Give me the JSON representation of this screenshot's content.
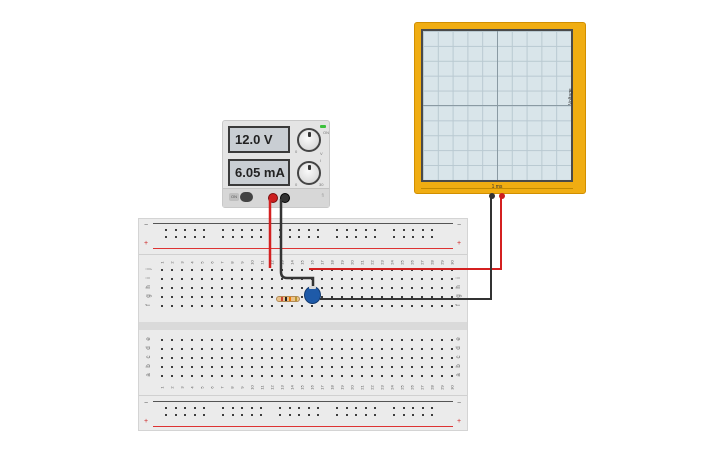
{
  "power_supply": {
    "voltage_display": "12.0 V",
    "current_display": "6.05 mA",
    "on_label": "ON",
    "on_indicator_label": "ON",
    "knob_v_label": "V",
    "knob_i_label": "I",
    "knob_scale_min": "0",
    "knob_scale_max": "30",
    "brand": "fi"
  },
  "oscilloscope": {
    "y_label": "Voltage",
    "x_label": "1 ms"
  },
  "breadboard": {
    "columns": [
      "1",
      "2",
      "3",
      "4",
      "5",
      "6",
      "7",
      "8",
      "9",
      "10",
      "11",
      "12",
      "13",
      "14",
      "15",
      "16",
      "17",
      "18",
      "19",
      "20",
      "21",
      "22",
      "23",
      "24",
      "25",
      "26",
      "27",
      "28",
      "29",
      "30"
    ],
    "rows_top": [
      "j",
      "i",
      "h",
      "g",
      "f"
    ],
    "rows_bottom": [
      "e",
      "d",
      "c",
      "b",
      "a"
    ],
    "rail_minus": "−",
    "rail_plus": "+"
  },
  "colors": {
    "wire_red": "#d42020",
    "wire_black": "#333333",
    "oscilloscope_body": "#f0ad12",
    "capacitor": "#1e5aa8"
  },
  "icons": [
    "knob-icon",
    "terminal-icon",
    "power-switch-icon"
  ]
}
